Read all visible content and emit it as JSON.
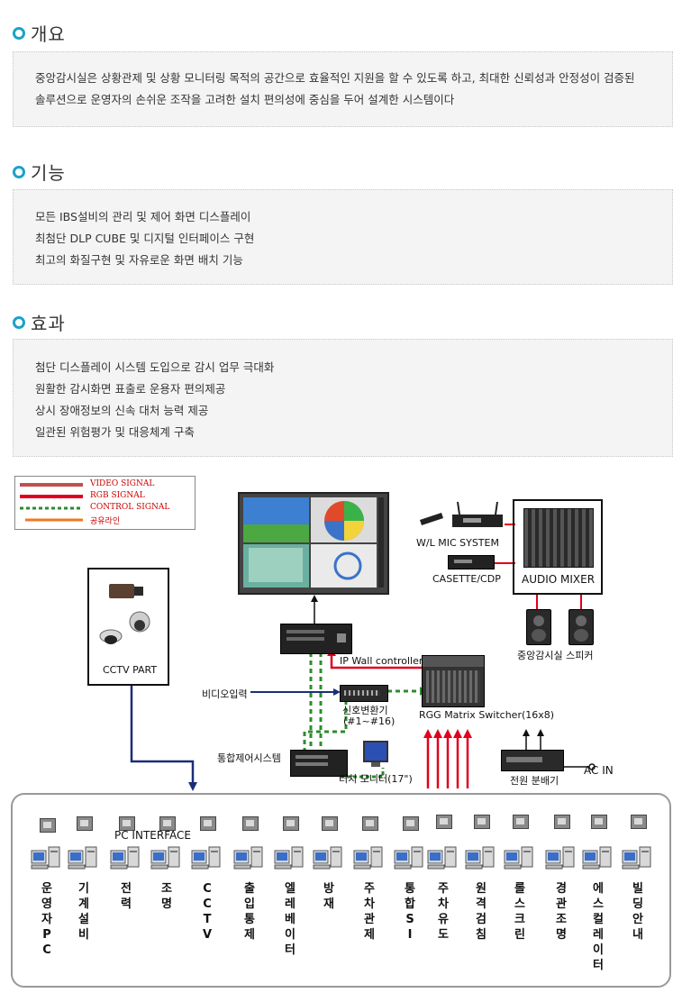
{
  "sections": {
    "overview": {
      "title": "개요",
      "lines": [
        "중앙감시실은 상황관제 및 상황 모니터링 목적의 공간으로 효율적인 지원을 할 수 있도록 하고, 최대한 신뢰성과 안정성이 검증된",
        "솔루션으로 운영자의 손쉬운 조작을 고려한 설치 편의성에 중심을 두어 설계한 시스템이다"
      ]
    },
    "functions": {
      "title": "기능",
      "lines": [
        "모든 IBS설비의 관리 및 제어 화면 디스플레이",
        "최첨단 DLP CUBE 및 디지털 인터페이스 구현",
        "최고의 화질구현 및 자유로운 화면 배치 기능"
      ]
    },
    "effects": {
      "title": "효과",
      "lines": [
        "첨단 디스플레이 시스템 도입으로 감시 업무 극대화",
        "원활한 감시화면 표출로 운용자 편의제공",
        "상시 장애정보의 신속 대처 능력 제공",
        "일관된 위험평가 및 대응체계 구축"
      ]
    }
  },
  "diagram": {
    "legend": {
      "video": "VIDEO  SIGNAL",
      "rgb": "RGB SIGNAL",
      "control": "CONTROL SIGNAL",
      "shared": "공유라인"
    },
    "colors": {
      "video": "#c0504d",
      "rgb": "#e0001b",
      "control": "#2e8b2e",
      "shared": "#f07820",
      "accent": "#1aa3c8",
      "navy": "#1a2d7a"
    },
    "labels": {
      "cctv_part": "CCTV PART",
      "wl_mic": "W/L MIC SYSTEM",
      "casette": "CASETTE/CDP",
      "audio_mixer": "AUDIO MIXER",
      "speaker": "중앙감시실 스피커",
      "ip_wall": "IP Wall controller",
      "video_in": "비디오입력",
      "converter": "신호변환기",
      "converter_sub": "(#1~#16)",
      "matrix": "RGG Matrix Switcher(16x8)",
      "integrated": "통합제어시스템",
      "touch": "터치 모니터(17\")",
      "power": "전원 분배기",
      "ac_in": "AC IN",
      "pc_interface": "PC INTERFACE"
    },
    "systems": [
      "운영자PC",
      "기계설비",
      "전력",
      "조명",
      "CCTV",
      "출입통제",
      "엘레베이터",
      "방재",
      "주차관제",
      "통합SI",
      "주차유도",
      "원격검침",
      "롤스크린",
      "경관조명",
      "에스컬레이터",
      "빌딩안내"
    ]
  }
}
